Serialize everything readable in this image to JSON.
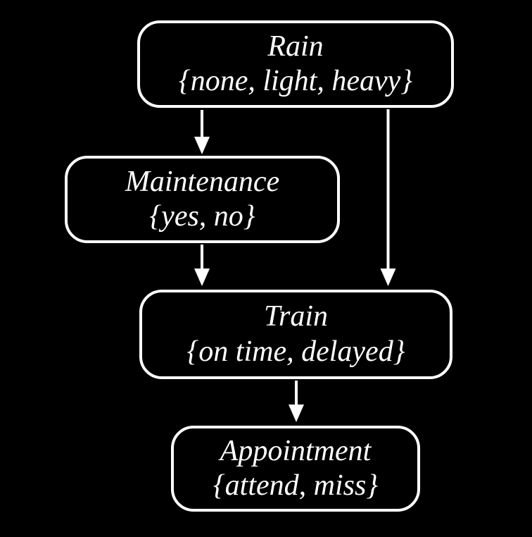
{
  "diagram": {
    "type": "bayesian-network",
    "background_color": "#000000",
    "node_border_color": "#ffffff",
    "node_fill_color": "#000000",
    "text_color": "#ffffff",
    "arrow_color": "#ffffff",
    "nodes": [
      {
        "id": "rain",
        "name": "Rain",
        "values": "{none, light, heavy}"
      },
      {
        "id": "maintenance",
        "name": "Maintenance",
        "values": "{yes, no}"
      },
      {
        "id": "train",
        "name": "Train",
        "values": "{on time, delayed}"
      },
      {
        "id": "appointment",
        "name": "Appointment",
        "values": "{attend, miss}"
      }
    ],
    "edges": [
      {
        "from": "Rain",
        "to": "Maintenance"
      },
      {
        "from": "Rain",
        "to": "Train"
      },
      {
        "from": "Maintenance",
        "to": "Train"
      },
      {
        "from": "Train",
        "to": "Appointment"
      }
    ]
  }
}
